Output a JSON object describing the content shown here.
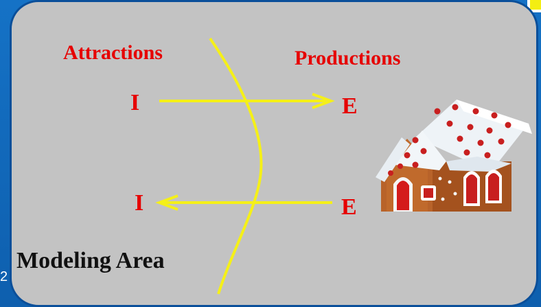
{
  "slide": {
    "number": "2"
  },
  "labels": {
    "attractions": "Attractions",
    "productions": "Productions",
    "i_top": "I",
    "e_top": "E",
    "i_bottom": "I",
    "e_bottom": "E",
    "modeling_area": "Modeling Area"
  },
  "colors": {
    "background": "#0f63b3",
    "panel": "#c3c3c3",
    "label_red": "#e60000",
    "line_yellow": "#f5f018",
    "text_dark": "#111111"
  },
  "icons": {
    "house": "gingerbread-house-icon"
  }
}
